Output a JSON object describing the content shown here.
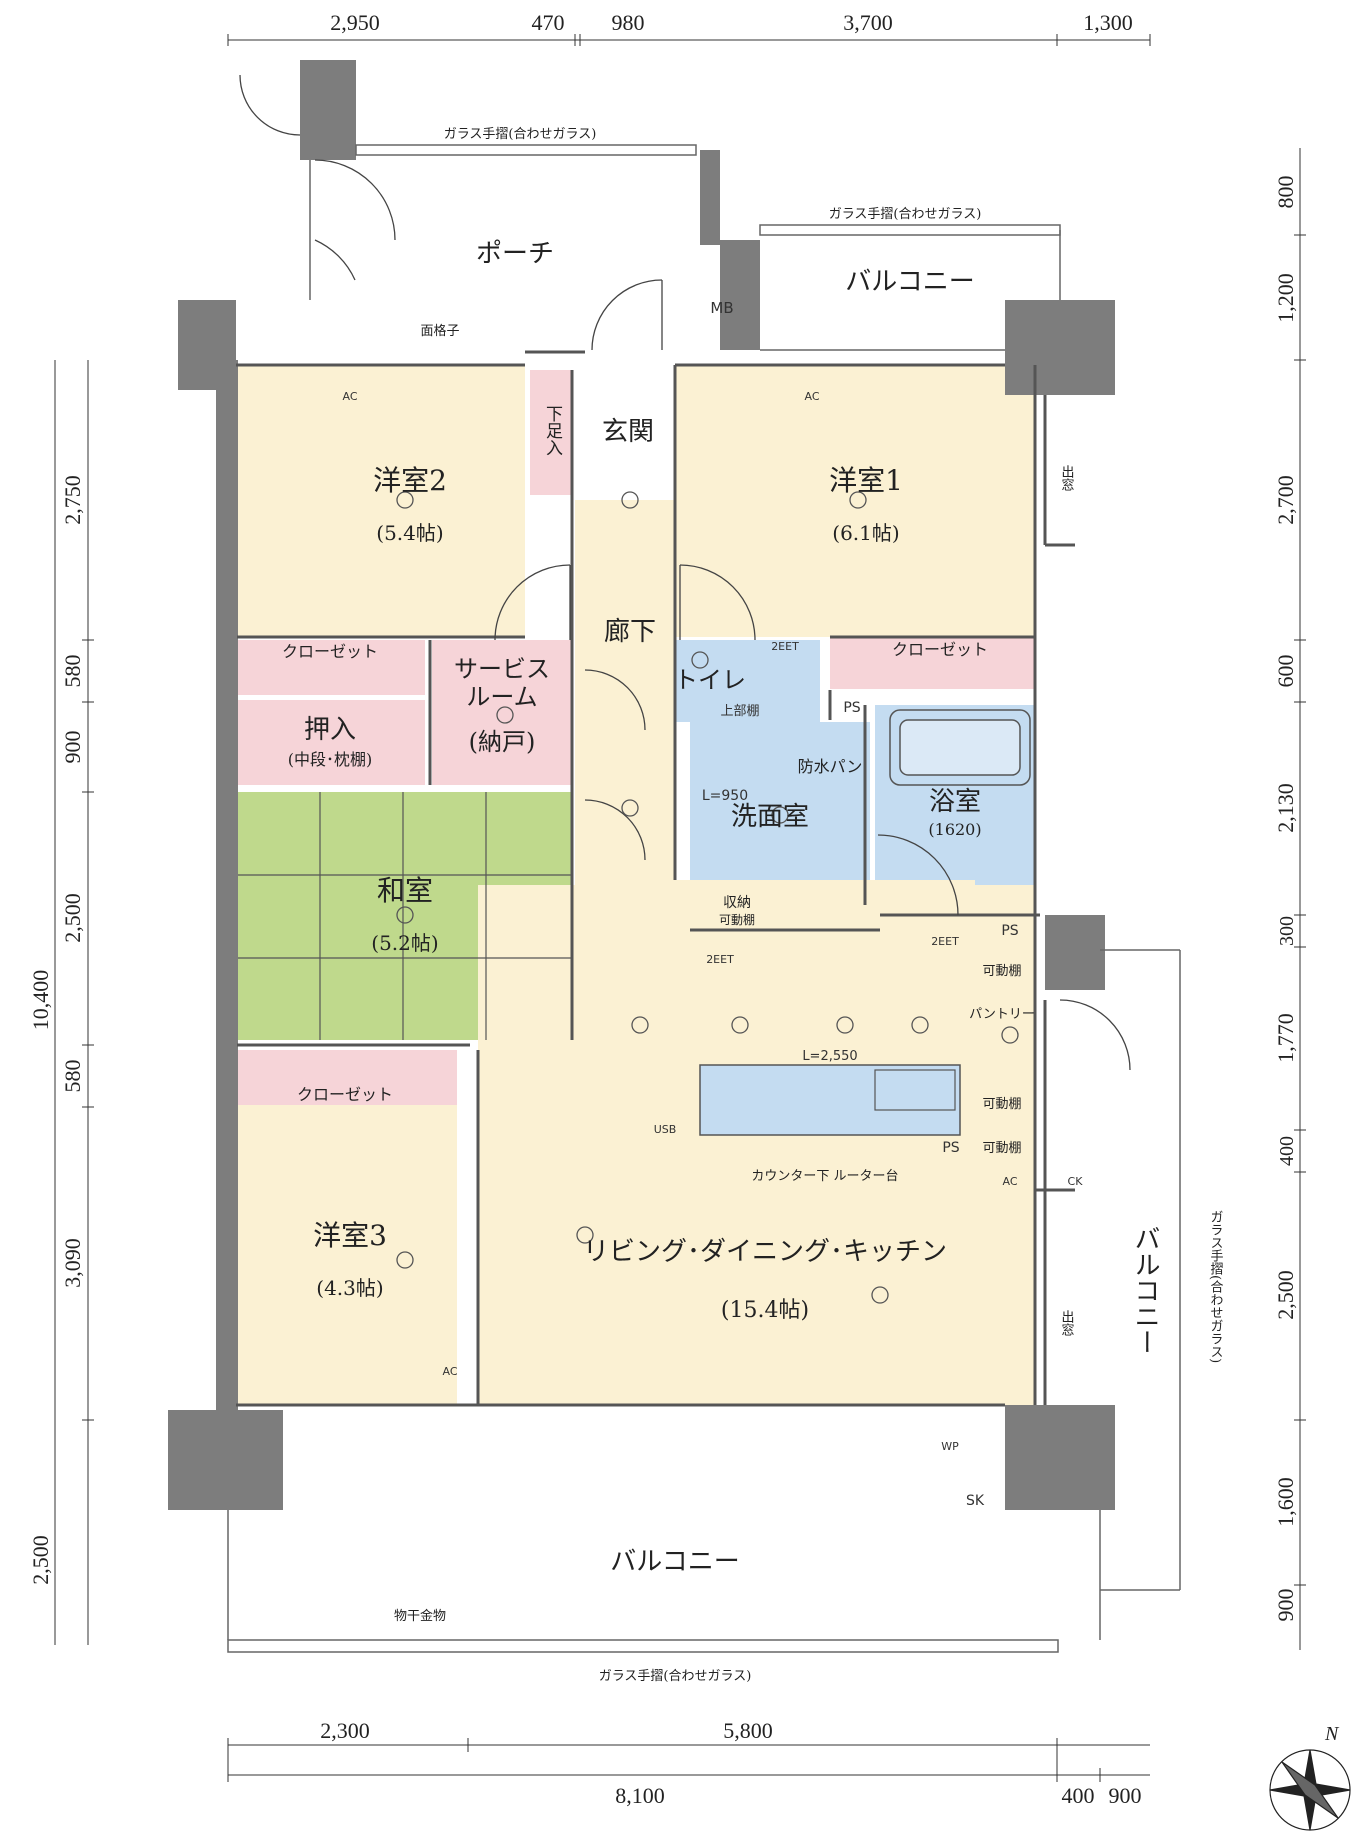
{
  "dimensions": {
    "top": [
      "2,950",
      "470",
      "980",
      "3,700",
      "1,300"
    ],
    "bottom_row1": [
      "2,300",
      "5,800"
    ],
    "bottom_row2": [
      "8,100",
      "400",
      "900"
    ],
    "left_total": "10,400",
    "left": [
      "2,750",
      "580",
      "900",
      "2,500",
      "580",
      "3,090",
      "2,500"
    ],
    "right": [
      "800",
      "1,200",
      "2,700",
      "600",
      "2,130",
      "300",
      "1,770",
      "400",
      "2,500",
      "1,600",
      "900"
    ]
  },
  "rooms": {
    "porch": "ポーチ",
    "mb": "MB",
    "balcony_top": "バルコニー",
    "genkan": "玄関",
    "shoe": "下足入",
    "bed2": {
      "name": "洋室2",
      "size": "(5.4帖)"
    },
    "bed1": {
      "name": "洋室1",
      "size": "(6.1帖)"
    },
    "corridor": "廊下",
    "closet": "クローゼット",
    "service": [
      "サービス",
      "ルーム",
      "(納戸)"
    ],
    "oshiire": {
      "name": "押入",
      "sub": "(中段･枕棚)"
    },
    "toilet": "トイレ",
    "upper_shelf": "上部棚",
    "ps": "PS",
    "bousui": "防水パン",
    "senmen": "洗面室",
    "l950": "L=950",
    "yokushitsu": {
      "name": "浴室",
      "size": "(1620)"
    },
    "washitsu": {
      "name": "和室",
      "size": "(5.2帖)"
    },
    "storage": [
      "収納",
      "可動棚"
    ],
    "pantry": "パントリー",
    "kadou": "可動棚",
    "l2550": "L=2,550",
    "ldk": {
      "name": "リビング･ダイニング･キッチン",
      "size": "(15.4帖)"
    },
    "counter": "カウンター下 ルーター台",
    "bed3": {
      "name": "洋室3",
      "size": "(4.3帖)"
    },
    "balcony_right": "バルコニー",
    "balcony_bottom": "バルコニー",
    "demado": "出窓",
    "sk": "SK",
    "wp": "WP",
    "usb": "USB",
    "ac": "AC",
    "ck": "CK",
    "eet": "2EET",
    "menkoushi": "面格子",
    "monohoshi": "物干金物"
  },
  "railing": "ガラス手摺(合わせガラス)",
  "compass": "N",
  "colors": {
    "western": "#fbf1d3",
    "storage": "#f6d4d8",
    "tatami": "#bfd98c",
    "water": "#c4dcf1",
    "corridor": "#fbf1d3",
    "wall": "#7d7d7d"
  }
}
